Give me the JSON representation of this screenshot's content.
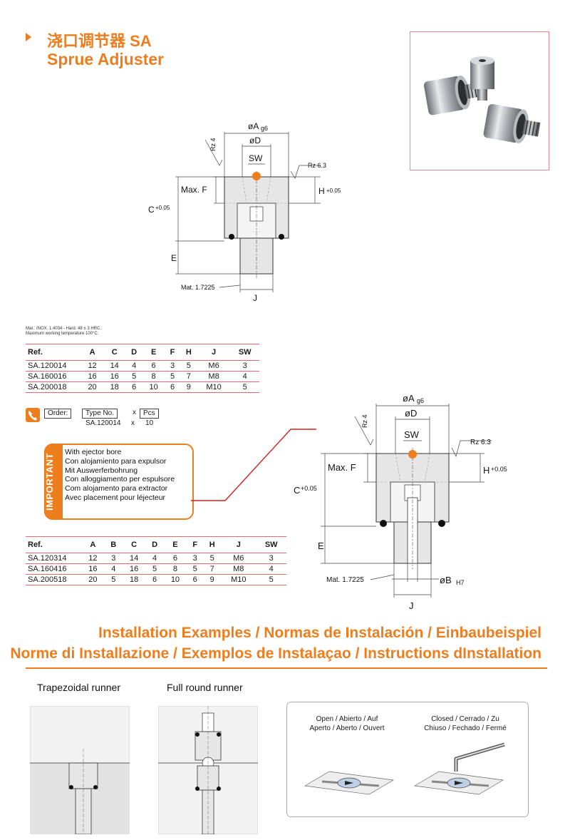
{
  "header": {
    "title_cn": "浇口调节器 SA",
    "title_en": "Sprue Adjuster"
  },
  "drawing1": {
    "dim_A": "øA",
    "dim_A_tol": "g6",
    "dim_D": "øD",
    "dim_SW": "SW",
    "rz4": "Rz 4",
    "rz63": "Rz 6.3",
    "maxF": "Max. F",
    "H": "H",
    "H_tol": "+0.05",
    "C": "C",
    "C_tol": "+0.05",
    "E": "E",
    "mat": "Mat. 1.7225",
    "J": "J"
  },
  "drawing2": {
    "dim_A": "øA",
    "dim_A_tol": "g6",
    "dim_D": "øD",
    "dim_SW": "SW",
    "rz4": "Rz 4",
    "rz63": "Rz 6.3",
    "maxF": "Max. F",
    "H": "H",
    "H_tol": "+0.05",
    "C": "C",
    "C_tol": "+0.05",
    "E": "E",
    "mat": "Mat. 1.7225",
    "B": "øB",
    "B_tol": "H7",
    "J": "J"
  },
  "material_note": [
    "Mat.: INOX. 1.4034 - Hard. 48 ± 3 HRC.",
    "Maximum working temperature 100°C."
  ],
  "table1": {
    "headers": [
      "Ref.",
      "A",
      "C",
      "D",
      "E",
      "F",
      "H",
      "J",
      "SW"
    ],
    "rows": [
      [
        "SA.120014",
        "12",
        "14",
        "4",
        "6",
        "3",
        "5",
        "M6",
        "3"
      ],
      [
        "SA.160016",
        "16",
        "16",
        "5",
        "8",
        "5",
        "7",
        "M8",
        "4"
      ],
      [
        "SA.200018",
        "20",
        "18",
        "6",
        "10",
        "6",
        "9",
        "M10",
        "5"
      ]
    ]
  },
  "order": {
    "label": "Order:",
    "type_no": "Type No.",
    "x": "x",
    "pcs": "Pcs",
    "example_ref": "SA.120014",
    "example_x": "x",
    "example_qty": "10"
  },
  "important": {
    "tab": "IMPORTANT",
    "lines": [
      "With ejector bore",
      "Con alojamiento para expulsor",
      "Mit Auswerferbohrung",
      "Con alloggiamento per espulsore",
      "Com alojamento para extractor",
      "Avec placement pour léjecteur"
    ]
  },
  "table2": {
    "headers": [
      "Ref.",
      "A",
      "B",
      "C",
      "D",
      "E",
      "F",
      "H",
      "J",
      "SW"
    ],
    "rows": [
      [
        "SA.120314",
        "12",
        "3",
        "14",
        "4",
        "6",
        "3",
        "5",
        "M6",
        "3"
      ],
      [
        "SA.160416",
        "16",
        "4",
        "16",
        "5",
        "8",
        "5",
        "7",
        "M8",
        "4"
      ],
      [
        "SA.200518",
        "20",
        "5",
        "18",
        "6",
        "10",
        "6",
        "9",
        "M10",
        "5"
      ]
    ]
  },
  "installation": {
    "line1": "Installation Examples / Normas de Instalación / Einbaubeispiel",
    "line2": "Norme di Installazione / Exemplos de Instalaçao / Instructions dInstallation",
    "trapezoidal": "Trapezoidal runner",
    "full_round": "Full round runner",
    "open_1": "Open / Abierto / Auf",
    "open_2": "Aperto / Aberto / Ouvert",
    "closed_1": "Closed / Cerrado / Zu",
    "closed_2": "Chiuso / Fechado / Fermé"
  },
  "colors": {
    "accent": "#ee7d1e",
    "table_rule": "#e66a6a",
    "leader_red": "#d81e1e"
  }
}
